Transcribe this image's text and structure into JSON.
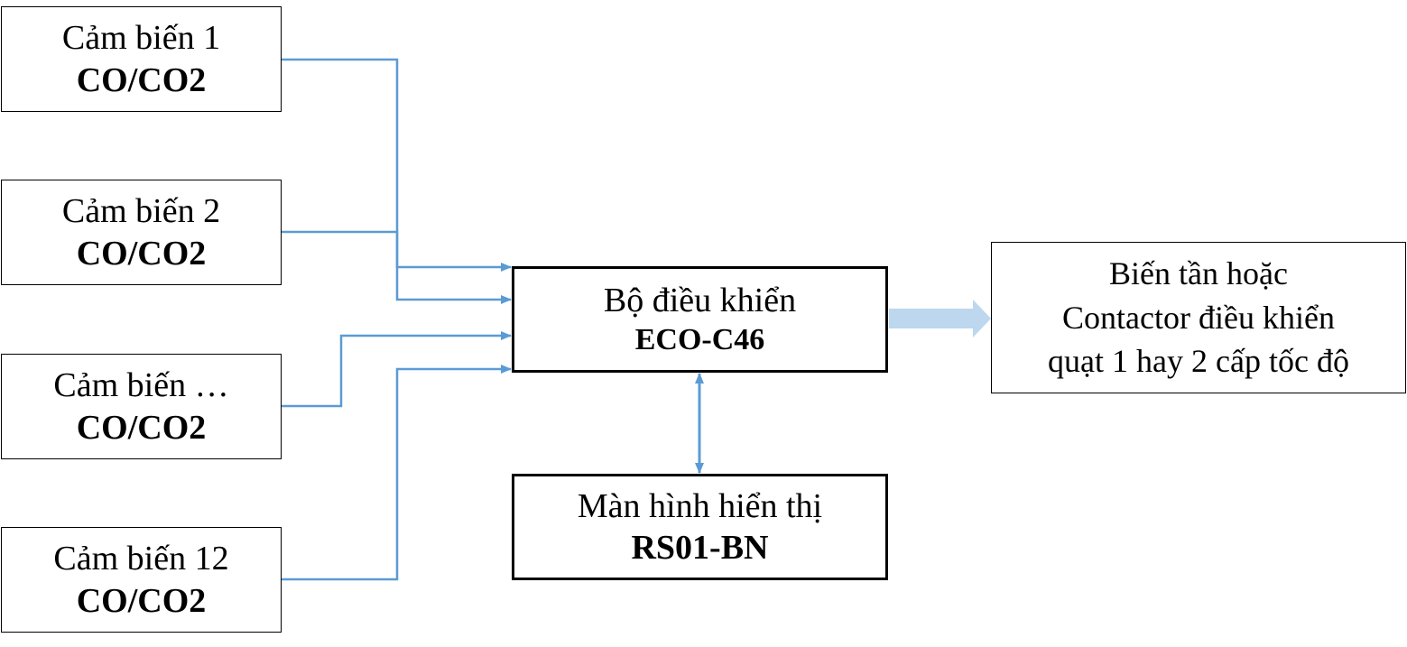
{
  "sensors": [
    {
      "line1": "Cảm biến 1",
      "line2": "CO/CO2"
    },
    {
      "line1": "Cảm biến 2",
      "line2": "CO/CO2"
    },
    {
      "line1": "Cảm biến …",
      "line2": "CO/CO2"
    },
    {
      "line1": "Cảm biến 12",
      "line2": "CO/CO2"
    }
  ],
  "controller": {
    "line1": "Bộ điều khiển",
    "line2": "ECO-C46"
  },
  "display": {
    "line1": "Màn hình hiển thị",
    "line2": "RS01-BN"
  },
  "output": {
    "lines": [
      "Biến tần hoặc",
      "Contactor điều khiển",
      "quạt 1 hay 2 cấp tốc độ"
    ]
  },
  "colors": {
    "connector": "#5B9BD5",
    "big_arrow": "#BDD7EE",
    "box_border": "#000000"
  }
}
